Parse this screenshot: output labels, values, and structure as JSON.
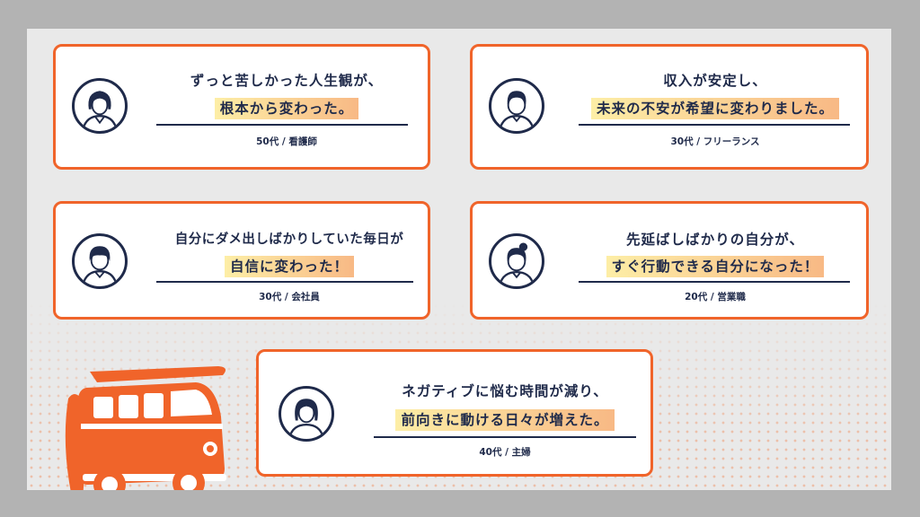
{
  "testimonials": [
    {
      "line1": "ずっと苦しかった人生観が、",
      "line2": "根本から変わった。",
      "caption": "50代 / 看護師"
    },
    {
      "line1": "収入が安定し、",
      "line2": "未来の不安が希望に変わりました。",
      "caption": "30代 / フリーランス"
    },
    {
      "line1": "自分にダメ出しばかりしていた毎日が",
      "line2": "自信に変わった！",
      "caption": "30代 / 会社員"
    },
    {
      "line1": "先延ばしばかりの自分が、",
      "line2": "すぐ行動できる自分になった！",
      "caption": "20代 / 営業職"
    },
    {
      "line1": "ネガティブに悩む時間が減り、",
      "line2": "前向きに動ける日々が増えた。",
      "caption": "40代 / 主婦"
    }
  ],
  "icons": [
    "woman-short-hair-icon",
    "man-icon",
    "man-icon",
    "woman-ponytail-icon",
    "woman-icon"
  ],
  "colors": {
    "accent": "#f0642a",
    "navy": "#1f2a4a",
    "highlight_start": "#fdeea6",
    "highlight_end": "#f8b985"
  }
}
